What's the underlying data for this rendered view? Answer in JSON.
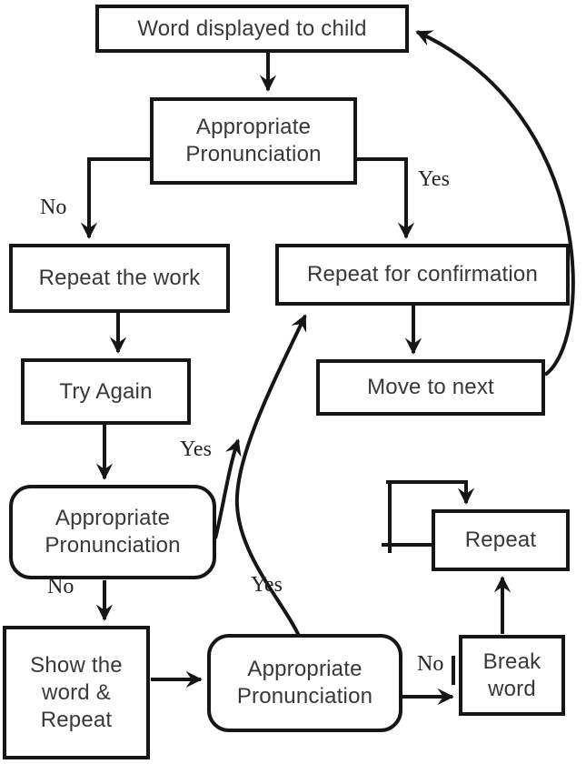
{
  "diagram": {
    "title_semantic": "Word pronunciation teaching flowchart",
    "colors": {
      "background": "#ffffff",
      "line": "#161616",
      "text": "#383838",
      "label_text": "#242424"
    },
    "nodes": {
      "word_displayed": {
        "label": "Word displayed to child"
      },
      "appropriate_pronunciation_1": {
        "label": "Appropriate\nPronunciation"
      },
      "repeat_the_work": {
        "label": "Repeat the work"
      },
      "repeat_for_confirmation": {
        "label": "Repeat for confirmation"
      },
      "move_to_next": {
        "label": "Move to next"
      },
      "try_again": {
        "label": "Try Again"
      },
      "appropriate_pronunciation_2": {
        "label": "Appropriate\nPronunciation"
      },
      "show_the_word_repeat": {
        "label": "Show the\nword &\nRepeat"
      },
      "appropriate_pronunciation_3": {
        "label": "Appropriate\nPronunciation"
      },
      "break_word": {
        "label": "Break\nword"
      },
      "repeat": {
        "label": "Repeat"
      }
    },
    "edge_labels": {
      "no_first_decision": "No",
      "yes_first_decision": "Yes",
      "yes_second_decision": "Yes",
      "no_second_decision": "No",
      "yes_third_decision": "Yes",
      "no_third_decision": "No"
    }
  }
}
